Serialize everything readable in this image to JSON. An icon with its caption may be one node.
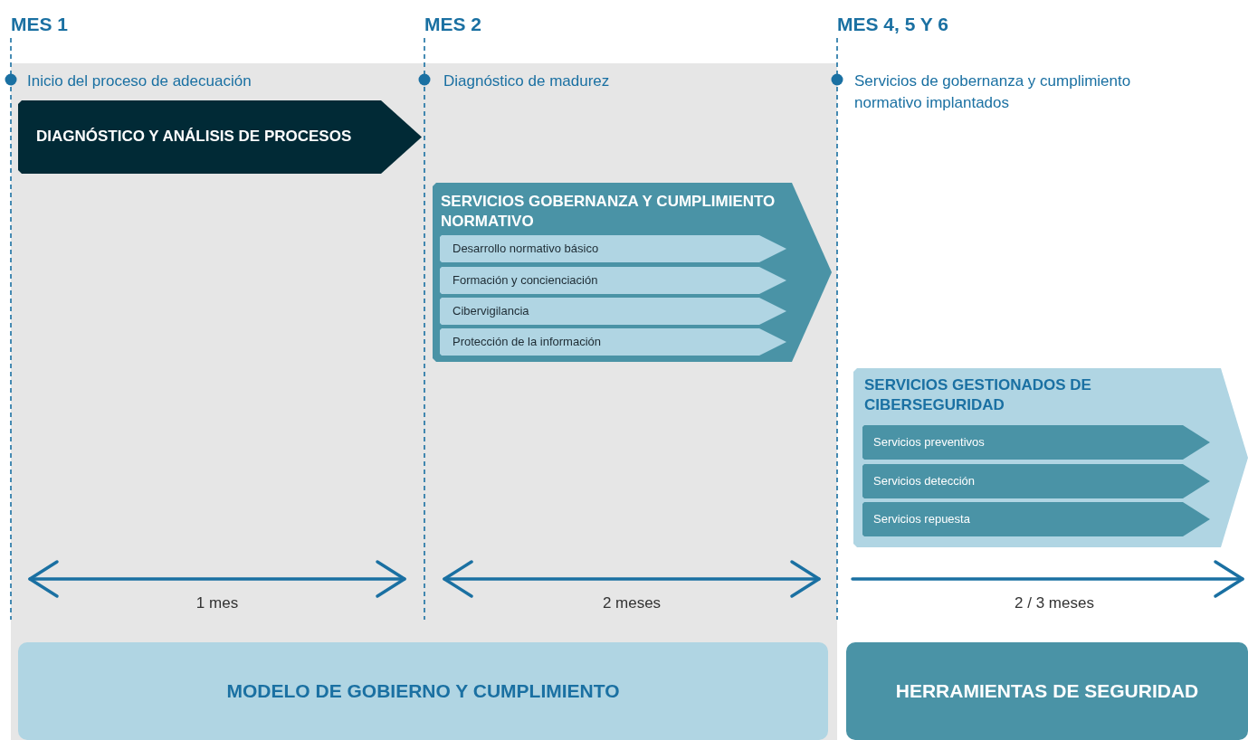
{
  "diagram": {
    "nodes": [
      {
        "text": [
          "DIAGNÓSTICO Y ANÁLISIS DE PROCESOS"
        ]
      },
      {
        "text": [
          "SERVICIOS GOBERNANZA Y CUMPLIMIENTO NORMATIVO"
        ]
      },
      {
        "text": [
          "Desarrollo normativo básico"
        ],
        "in": 1
      },
      {
        "text": [
          "Formación y concienciación"
        ],
        "in": 1
      },
      {
        "text": [
          "Cibervigilancia"
        ],
        "in": 1
      },
      {
        "text": [
          "Protección de la información"
        ],
        "in": 1
      },
      {
        "text": [
          "SERVICIOS GESTIONADOS DE CIBERSEGURIDAD"
        ]
      },
      {
        "text": [
          "Servicios preventivos"
        ],
        "in": 6
      },
      {
        "text": [
          "Servicios detección"
        ],
        "in": 6
      },
      {
        "text": [
          "Servicios repuesta"
        ],
        "in": 6
      },
      {
        "text": [
          "MODELO DE GOBIERNO Y CUMPLIMIENTO"
        ]
      },
      {
        "text": [
          "HERRAMIENTAS DE SEGURIDAD"
        ]
      }
    ],
    "labels": [
      "MES 1",
      "Inicio del proceso de adecuación",
      "MES 2",
      "Diagnóstico de madurez",
      "MES 4, 5 Y 6",
      "Servicios de gobernanza y cumplimiento normativo implantados",
      "1 mes",
      "2 meses",
      "2 / 3 meses"
    ]
  }
}
